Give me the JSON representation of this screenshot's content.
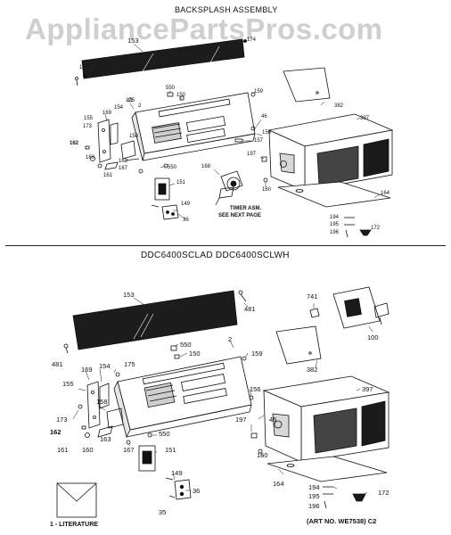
{
  "watermark": "AppliancePartsPros.com",
  "top_section": {
    "title": "BACKSPLASH ASSEMBLY",
    "timer_note_line1": "TIMER ASM.",
    "timer_note_line2": "SEE NEXT PAGE",
    "labels": {
      "l153": "153",
      "l174a": "174",
      "l174b": "174",
      "l550a": "550",
      "l150": "150",
      "l175": "175",
      "l159": "159",
      "l154": "154",
      "l2": "2",
      "l382": "382",
      "l169": "169",
      "l155": "155",
      "l173": "173",
      "l158": "158",
      "l46": "46",
      "l156": "156",
      "l157": "157",
      "l397": "397",
      "l162": "162",
      "l160a": "160",
      "l163": "163",
      "l167": "167",
      "l161": "161",
      "l550b": "550",
      "l168": "168",
      "l197": "197",
      "l151": "151",
      "l160b": "160",
      "l164": "164",
      "l149": "149",
      "l36": "36",
      "l194": "194",
      "l195": "195",
      "l196": "196",
      "l172": "172"
    }
  },
  "model_header": "DDC6400SCLAD  DDC6400SCLWH",
  "bottom_section": {
    "labels": {
      "l153": "153",
      "l481a": "481",
      "l741": "741",
      "l100": "100",
      "l550a": "550",
      "l150": "150",
      "l2": "2",
      "l481b": "481",
      "l159": "159",
      "l382": "382",
      "l169": "169",
      "l154": "154",
      "l175": "175",
      "l155": "155",
      "l158": "158",
      "l156": "156",
      "l397": "397",
      "l173": "173",
      "l197": "197",
      "l46": "46",
      "l162": "162",
      "l163": "163",
      "l161": "161",
      "l160a": "160",
      "l167": "167",
      "l550b": "550",
      "l151": "151",
      "l160b": "160",
      "l164": "164",
      "l149": "149",
      "l36": "36",
      "l35": "35",
      "l194": "194",
      "l195": "195",
      "l196": "196",
      "l172": "172"
    },
    "literature": "1 - LITERATURE",
    "art_no": "(ART NO. WE7538)  C2"
  }
}
